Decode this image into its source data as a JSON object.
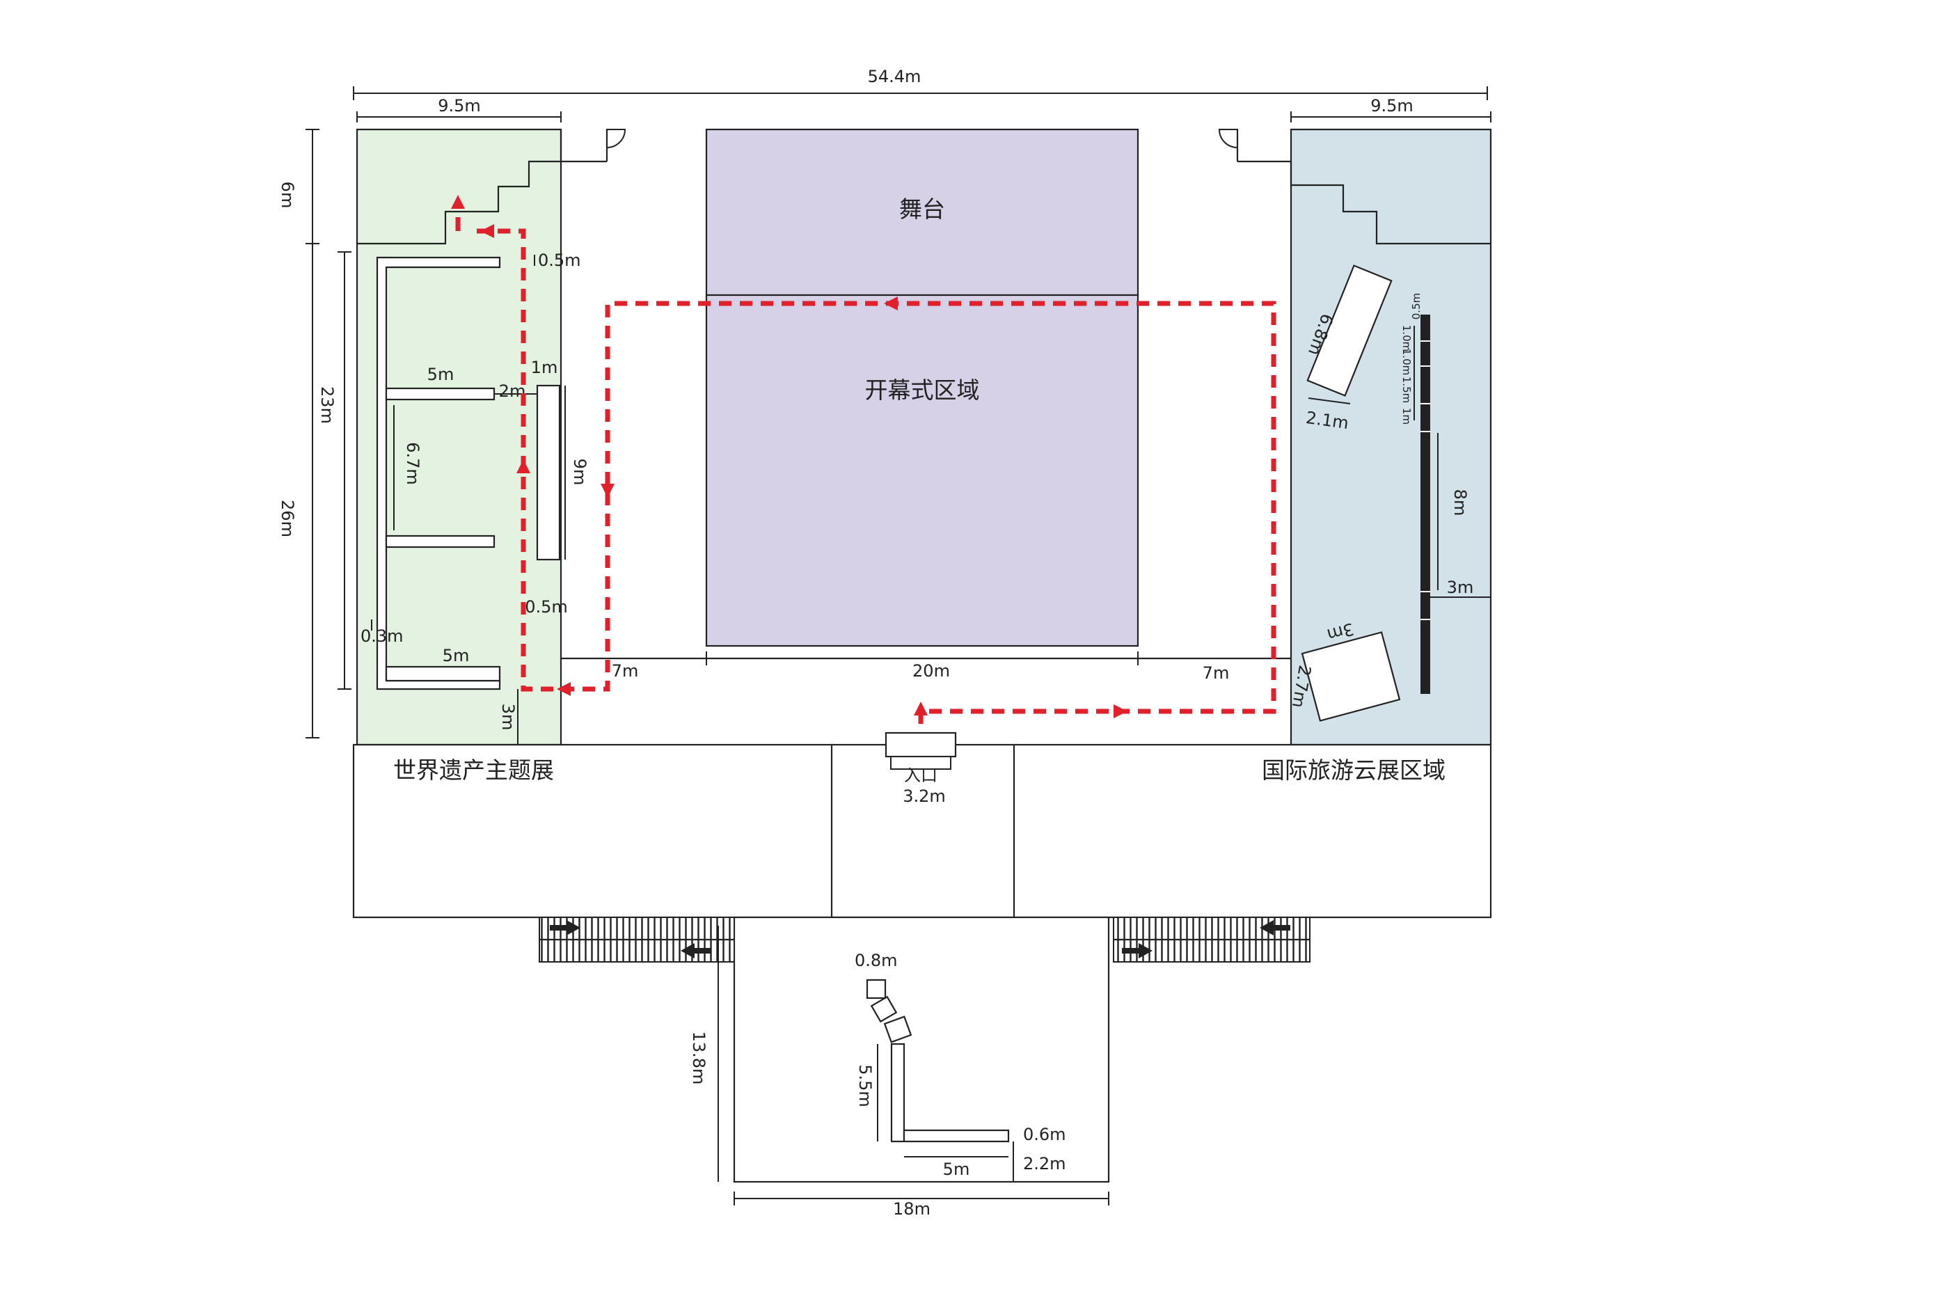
{
  "colors": {
    "left_zone": "#e3f2e1",
    "right_zone": "#d2e2e8",
    "stage": "#d6d1e7",
    "route": "#e0202a",
    "lines": "#222222"
  },
  "zones": {
    "stage": "舞台",
    "opening": "开幕式区域",
    "heritage": "世界遗产主题展",
    "tourism": "国际旅游云展区域",
    "entrance": "入口"
  },
  "dims": {
    "total_width": "54.4m",
    "left_width": "9.5m",
    "right_width": "9.5m",
    "left_top": "6m",
    "left_mid": "23m",
    "left_total": "26m",
    "gap_top": "0.5m",
    "shelf_top": "5m",
    "gap_1m": "1m",
    "gap_2m": "2m",
    "panel_9m": "9m",
    "wall_6_7m": "6.7m",
    "gap_0_5m": "0.5m",
    "gap_0_3m": "0.3m",
    "shelf_bottom": "5m",
    "bottom_3m": "3m",
    "span_left_7m": "7m",
    "span_stage_20m": "20m",
    "span_right_7m": "7m",
    "entrance_width": "3.2m",
    "right_booth_6_8m": "6.8m",
    "right_booth_2_1m": "2.1m",
    "right_strip_0_5m": "0.5m",
    "right_strip_1_0m_a": "1.0m",
    "right_strip_1_0m_b": "1.0m",
    "right_strip_1_5m": "1.5m",
    "right_strip_1m": "1m",
    "right_8m": "8m",
    "right_3m_side": "3m",
    "right_box_3m": "3m",
    "right_box_2_7m": "2.7m",
    "lower_0_8m": "0.8m",
    "lower_5_5m": "5.5m",
    "lower_0_6m": "0.6m",
    "lower_5m": "5m",
    "lower_2_2m": "2.2m",
    "lower_height": "13.8m",
    "lower_width": "18m"
  }
}
